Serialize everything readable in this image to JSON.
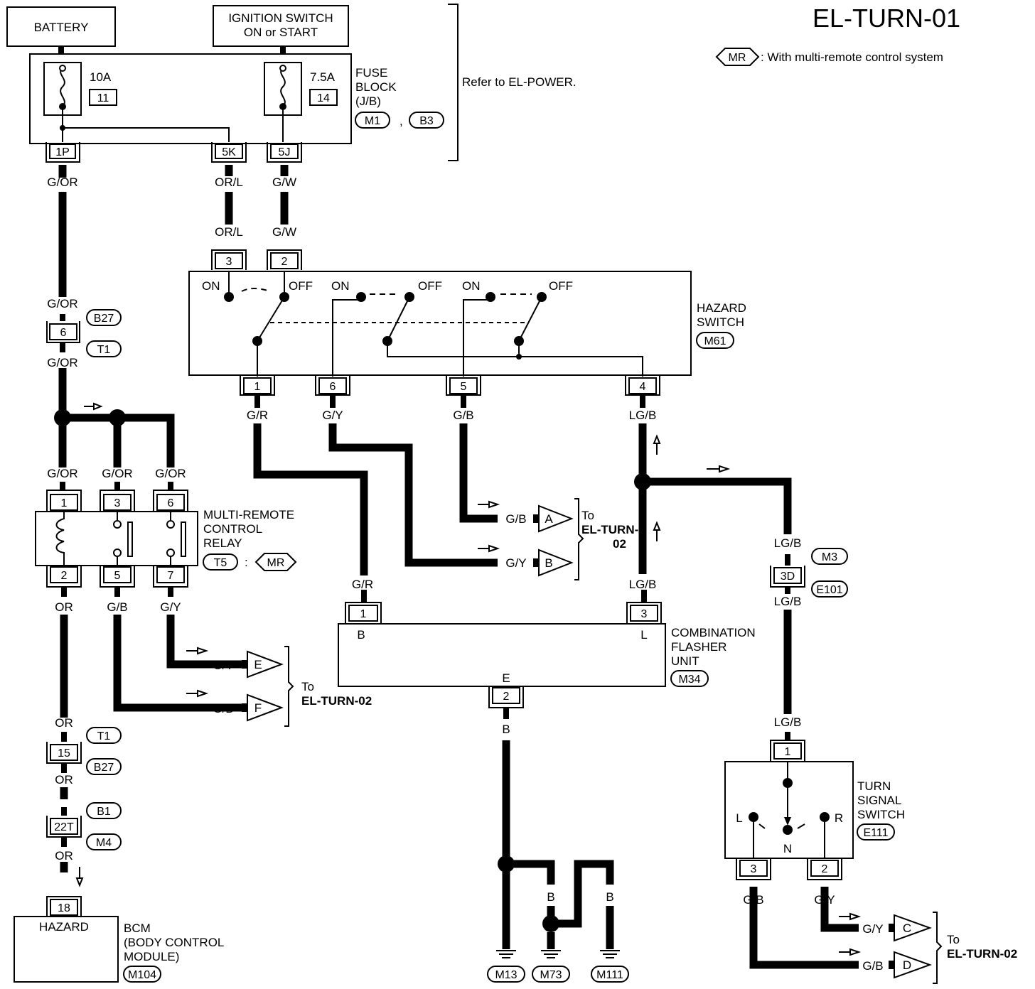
{
  "title": "EL-TURN-01",
  "legend": {
    "code": "MR",
    "text": ": With multi-remote control system"
  },
  "refer": "Refer to EL-POWER.",
  "battery": "BATTERY",
  "ignition": {
    "line1": "IGNITION SWITCH",
    "line2": "ON or START"
  },
  "fuse_block": {
    "lines": [
      "FUSE",
      "BLOCK",
      "(J/B)"
    ],
    "conn1": "M1",
    "sep": ",",
    "conn2": "B3",
    "fuse1": {
      "amp": "10A",
      "num": "11"
    },
    "fuse2": {
      "amp": "7.5A",
      "num": "14"
    },
    "pins": [
      "1P",
      "5K",
      "5J"
    ]
  },
  "wires": {
    "g_or": "G/OR",
    "or_l": "OR/L",
    "g_w": "G/W",
    "g_r": "G/R",
    "g_y": "G/Y",
    "g_b": "G/B",
    "lg_b": "LG/B",
    "or": "OR",
    "b": "B"
  },
  "hazard_switch": {
    "lines": [
      "HAZARD",
      "SWITCH"
    ],
    "conn": "M61",
    "on": "ON",
    "off": "OFF",
    "pins_top": [
      "3",
      "2"
    ],
    "pins_bottom": [
      "1",
      "6",
      "5",
      "4"
    ]
  },
  "relay": {
    "lines": [
      "MULTI-REMOTE",
      "CONTROL",
      "RELAY"
    ],
    "conn": "T5",
    "colon": ":",
    "option": "MR",
    "pins_top": [
      "1",
      "3",
      "6"
    ],
    "pins_bottom": [
      "2",
      "5",
      "7"
    ]
  },
  "joint_connectors": {
    "j6": {
      "pin": "6",
      "c1": "B27",
      "c2": "T1"
    },
    "j15": {
      "pin": "15",
      "c1": "T1",
      "c2": "B27"
    },
    "j22": {
      "pin": "22T",
      "c1": "B1",
      "c2": "M4"
    },
    "j3d": {
      "pin": "3D",
      "c1": "M3",
      "c2": "E101"
    }
  },
  "flasher": {
    "lines": [
      "COMBINATION",
      "FLASHER",
      "UNIT"
    ],
    "conn": "M34",
    "pin1": "1",
    "pin3": "3",
    "pin2": "2",
    "b": "B",
    "l": "L",
    "e": "E"
  },
  "turn_switch": {
    "lines": [
      "TURN",
      "SIGNAL",
      "SWITCH"
    ],
    "conn": "E111",
    "pin1": "1",
    "pin3": "3",
    "pin2": "2",
    "l": "L",
    "r": "R",
    "n": "N"
  },
  "bcm": {
    "pin": "18",
    "inner": "HAZARD",
    "lines": [
      "BCM",
      "(BODY CONTROL",
      "MODULE)"
    ],
    "conn": "M104"
  },
  "to_labels": {
    "to": "To",
    "target": "EL-TURN-02",
    "target_split": [
      "EL-TURN-",
      "02"
    ]
  },
  "offpage": {
    "A": "A",
    "B": "B",
    "C": "C",
    "D": "D",
    "E": "E",
    "F": "F"
  },
  "grounds": [
    "M13",
    "M73",
    "M111"
  ]
}
